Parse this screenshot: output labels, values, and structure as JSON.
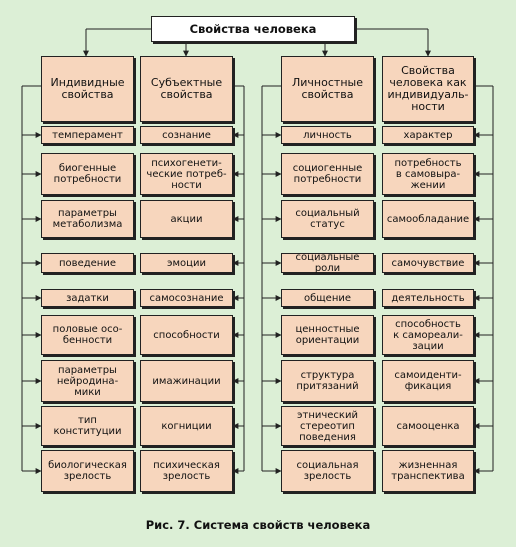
{
  "title": "Свойства человека",
  "caption": "Рис. 7. Система свойств человека",
  "columns": [
    {
      "heading": "Индивидные\nсвойства",
      "items": [
        "темперамент",
        "биогенные\nпотребности",
        "параметры\nметаболизма",
        "поведение",
        "задатки",
        "половые осо-\nбенности",
        "параметры\nнейродина-\nмики",
        "тип\nконституции",
        "биологическая\nзрелость"
      ]
    },
    {
      "heading": "Субъектные\nсвойства",
      "items": [
        "сознание",
        "психогенети-\nческие потреб-\nности",
        "акции",
        "эмоции",
        "самосознание",
        "способности",
        "имажинации",
        "когниции",
        "психическая\nзрелость"
      ]
    },
    {
      "heading": "Личностные\nсвойства",
      "items": [
        "личность",
        "социогенные\nпотребности",
        "социальный\nстатус",
        "социальные\nроли",
        "общение",
        "ценностные\nориентации",
        "структура\nпритязаний",
        "этнический\nстереотип\nповедения",
        "социальная\nзрелость"
      ]
    },
    {
      "heading": "Свойства\nчеловека как\nиндивидуаль-\nности",
      "items": [
        "характер",
        "потребность\nв самовыра-\nжении",
        "самообладание",
        "самочувствие",
        "деятельность",
        "способность\nк самореали-\nзации",
        "самоиденти-\nфикация",
        "самооценка",
        "жизненная\nтранспектива"
      ]
    }
  ]
}
